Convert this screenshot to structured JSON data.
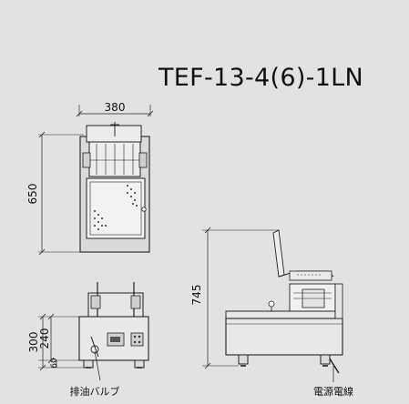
{
  "model": "TEF-13-4(6)-1LN",
  "dimensions": {
    "width": "380",
    "depth": "650",
    "overall_height": "745",
    "body_height": "300",
    "counter_height": "240",
    "leg_height": "60"
  },
  "callouts": {
    "drain_valve": "排油バルブ",
    "power_cord": "電源電線"
  },
  "colors": {
    "background": "#e2e2e2",
    "line": "#222222",
    "panel": "#d4d4d4",
    "body": "#e8e8e8"
  }
}
